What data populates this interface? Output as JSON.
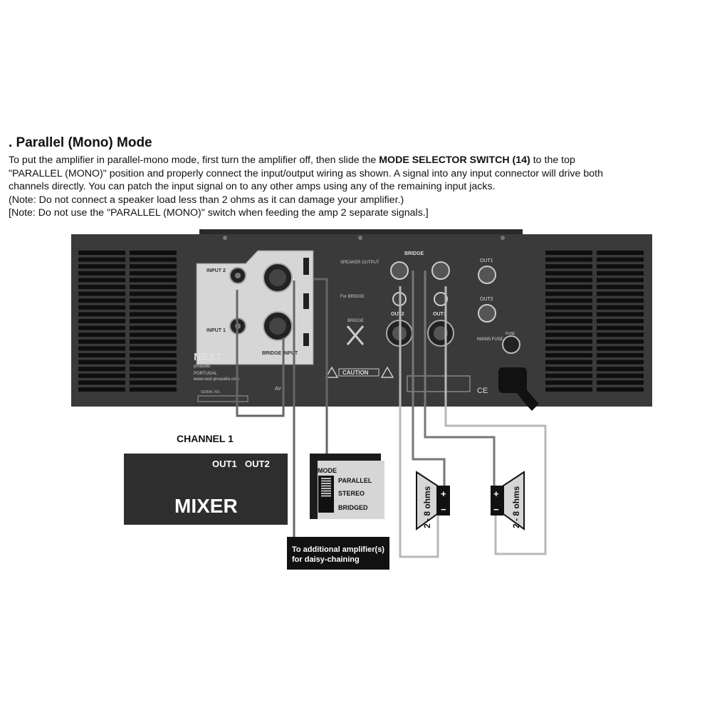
{
  "heading": ". Parallel (Mono) Mode",
  "paragraph": {
    "line1_pre": " To put the amplifier in parallel-mono mode, first turn the amplifier off, then slide the ",
    "line1_bold": "MODE SELECTOR SWITCH (14)",
    "line1_post": " to the top",
    "line2": "\"PARALLEL (MONO)\" position and properly connect the input/output wiring as shown.  A signal into any input connector will drive both",
    "line3": "channels directly. You can patch the input signal on to any other amps using any of the remaining input jacks.",
    "note1": "(Note: Do not connect a speaker load less than 2 ohms as it can damage your amplifier.)",
    "note2": "[Note:  Do not use the \"PARALLEL (MONO)\" switch when feeding the amp 2 separate signals.]"
  },
  "amp": {
    "input2": "INPUT 2",
    "input1": "INPUT 1",
    "bridge_input": "BRIDGE INPUT",
    "brand": "NEXT",
    "brand_sub": "proaudio",
    "country": "PORTUGAL",
    "website": "www.next-proaudio.com",
    "serial": "SERIAL NO.",
    "mode": "MODE",
    "mode_options": [
      "PARALLEL",
      "STEREO",
      "BRIDGED"
    ],
    "speaker_output": "SPEAKER OUTPUT",
    "for_bridge": "For BRIDGE",
    "bridge": "BRIDGE",
    "bridge_top": "BRIDGE",
    "out2": "OUT2",
    "out1": "OUT1",
    "out1_label": "OUT1",
    "out2_label": "OUT2",
    "mains_fuse": "MAINS FUSE",
    "fuse": "FUSE",
    "caution": "CAUTION",
    "model": "AV"
  },
  "diagram": {
    "channel1": "CHANNEL 1",
    "mixer_out1": "OUT1",
    "mixer_out2": "OUT2",
    "mixer": "MIXER",
    "mode_title": "MODE",
    "mode_parallel": "PARALLEL",
    "mode_stereo": "STEREO",
    "mode_bridged": "BRIDGED",
    "daisy_line1": "To additional amplifier(s)",
    "daisy_line2": "for daisy-chaining",
    "speaker_left_ohms": "2 - 8 ohms",
    "speaker_right_ohms": "2 - 8 ohms",
    "plus": "+",
    "minus": "−"
  },
  "colors": {
    "panel": "#3a3a3a",
    "panel_dark": "#1c1c1c",
    "inset": "#d6d6d6",
    "mixer": "#2e2e2e",
    "wire_light": "#b8b8b8",
    "wire_dark": "#555555"
  }
}
